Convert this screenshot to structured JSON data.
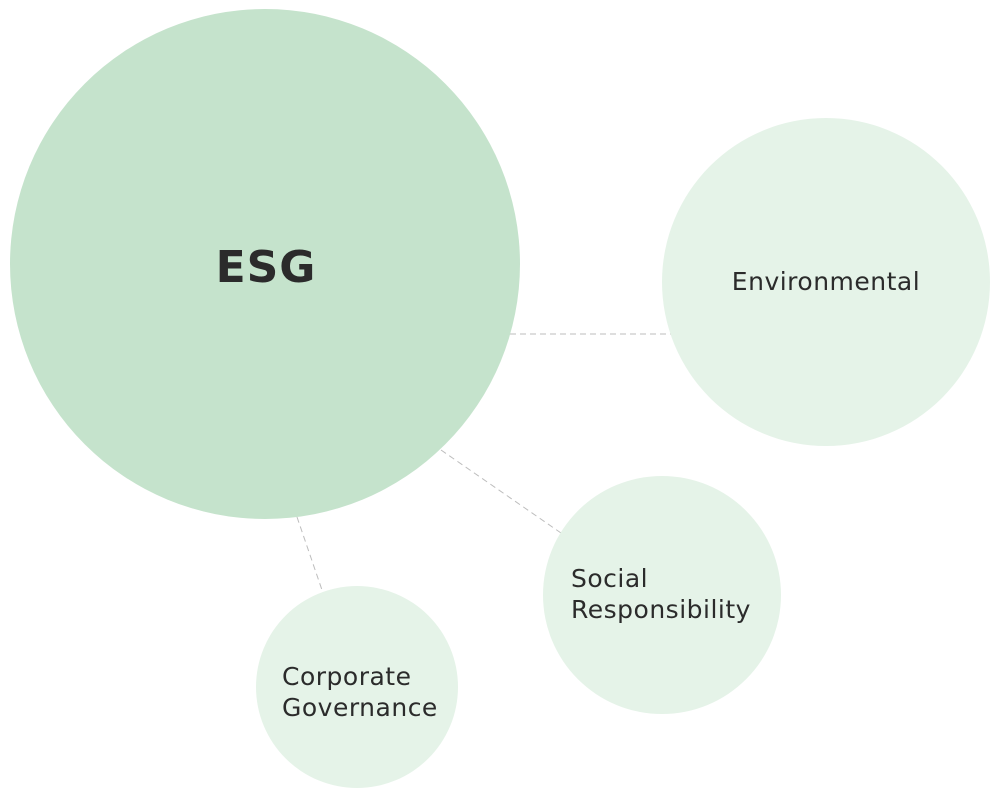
{
  "diagram": {
    "center": {
      "label": "ESG",
      "color": "#c5e3cc"
    },
    "branch_color": "#e5f3e8",
    "connector_color": "#bdbdbd",
    "branches": [
      {
        "id": "environmental",
        "lines": [
          "Environmental"
        ]
      },
      {
        "id": "social",
        "lines": [
          "Social",
          "Responsibility"
        ]
      },
      {
        "id": "governance",
        "lines": [
          "Corporate",
          "Governance"
        ]
      }
    ]
  }
}
